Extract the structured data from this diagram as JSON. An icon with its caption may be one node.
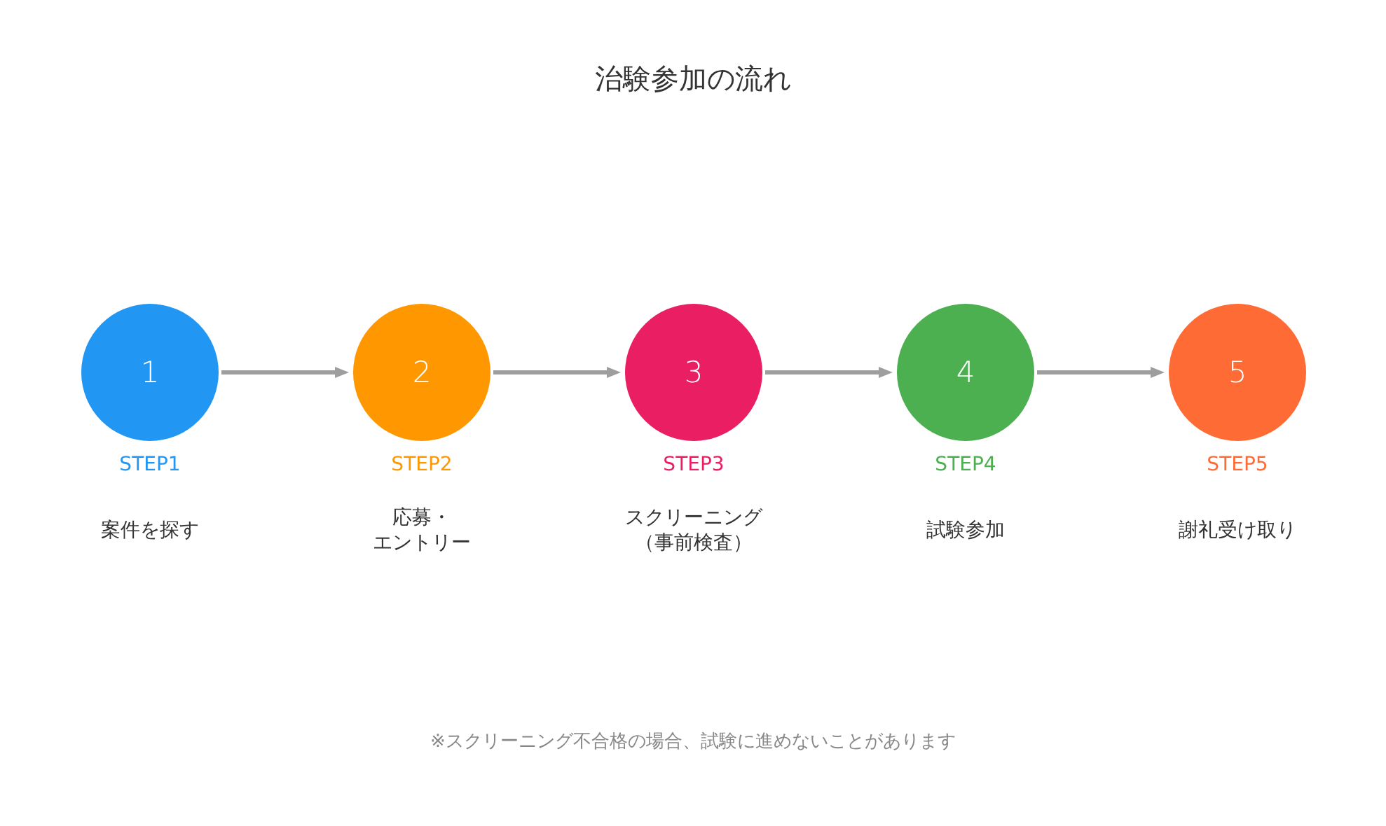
{
  "diagram": {
    "title": "治験参加の流れ",
    "nodes": [
      {
        "text": [
          "1"
        ],
        "beside": [
          "STEP1",
          "案件を探す"
        ]
      },
      {
        "text": [
          "2"
        ],
        "beside": [
          "STEP2",
          "応募・エントリー"
        ]
      },
      {
        "text": [
          "3"
        ],
        "beside": [
          "STEP3",
          "スクリーニング（事前検査）"
        ]
      },
      {
        "text": [
          "4"
        ],
        "beside": [
          "STEP4",
          "試験参加"
        ]
      },
      {
        "text": [
          "5"
        ],
        "beside": [
          "STEP5",
          "謝礼受け取り"
        ]
      }
    ],
    "edges": [
      {
        "from": 0,
        "to": 1,
        "arrow": "to"
      },
      {
        "from": 1,
        "to": 2,
        "arrow": "to"
      },
      {
        "from": 2,
        "to": 3,
        "arrow": "to"
      },
      {
        "from": 3,
        "to": 4,
        "arrow": "to"
      }
    ],
    "labels": [
      "※スクリーニング不合格の場合、試験に進めないことがあります"
    ]
  }
}
